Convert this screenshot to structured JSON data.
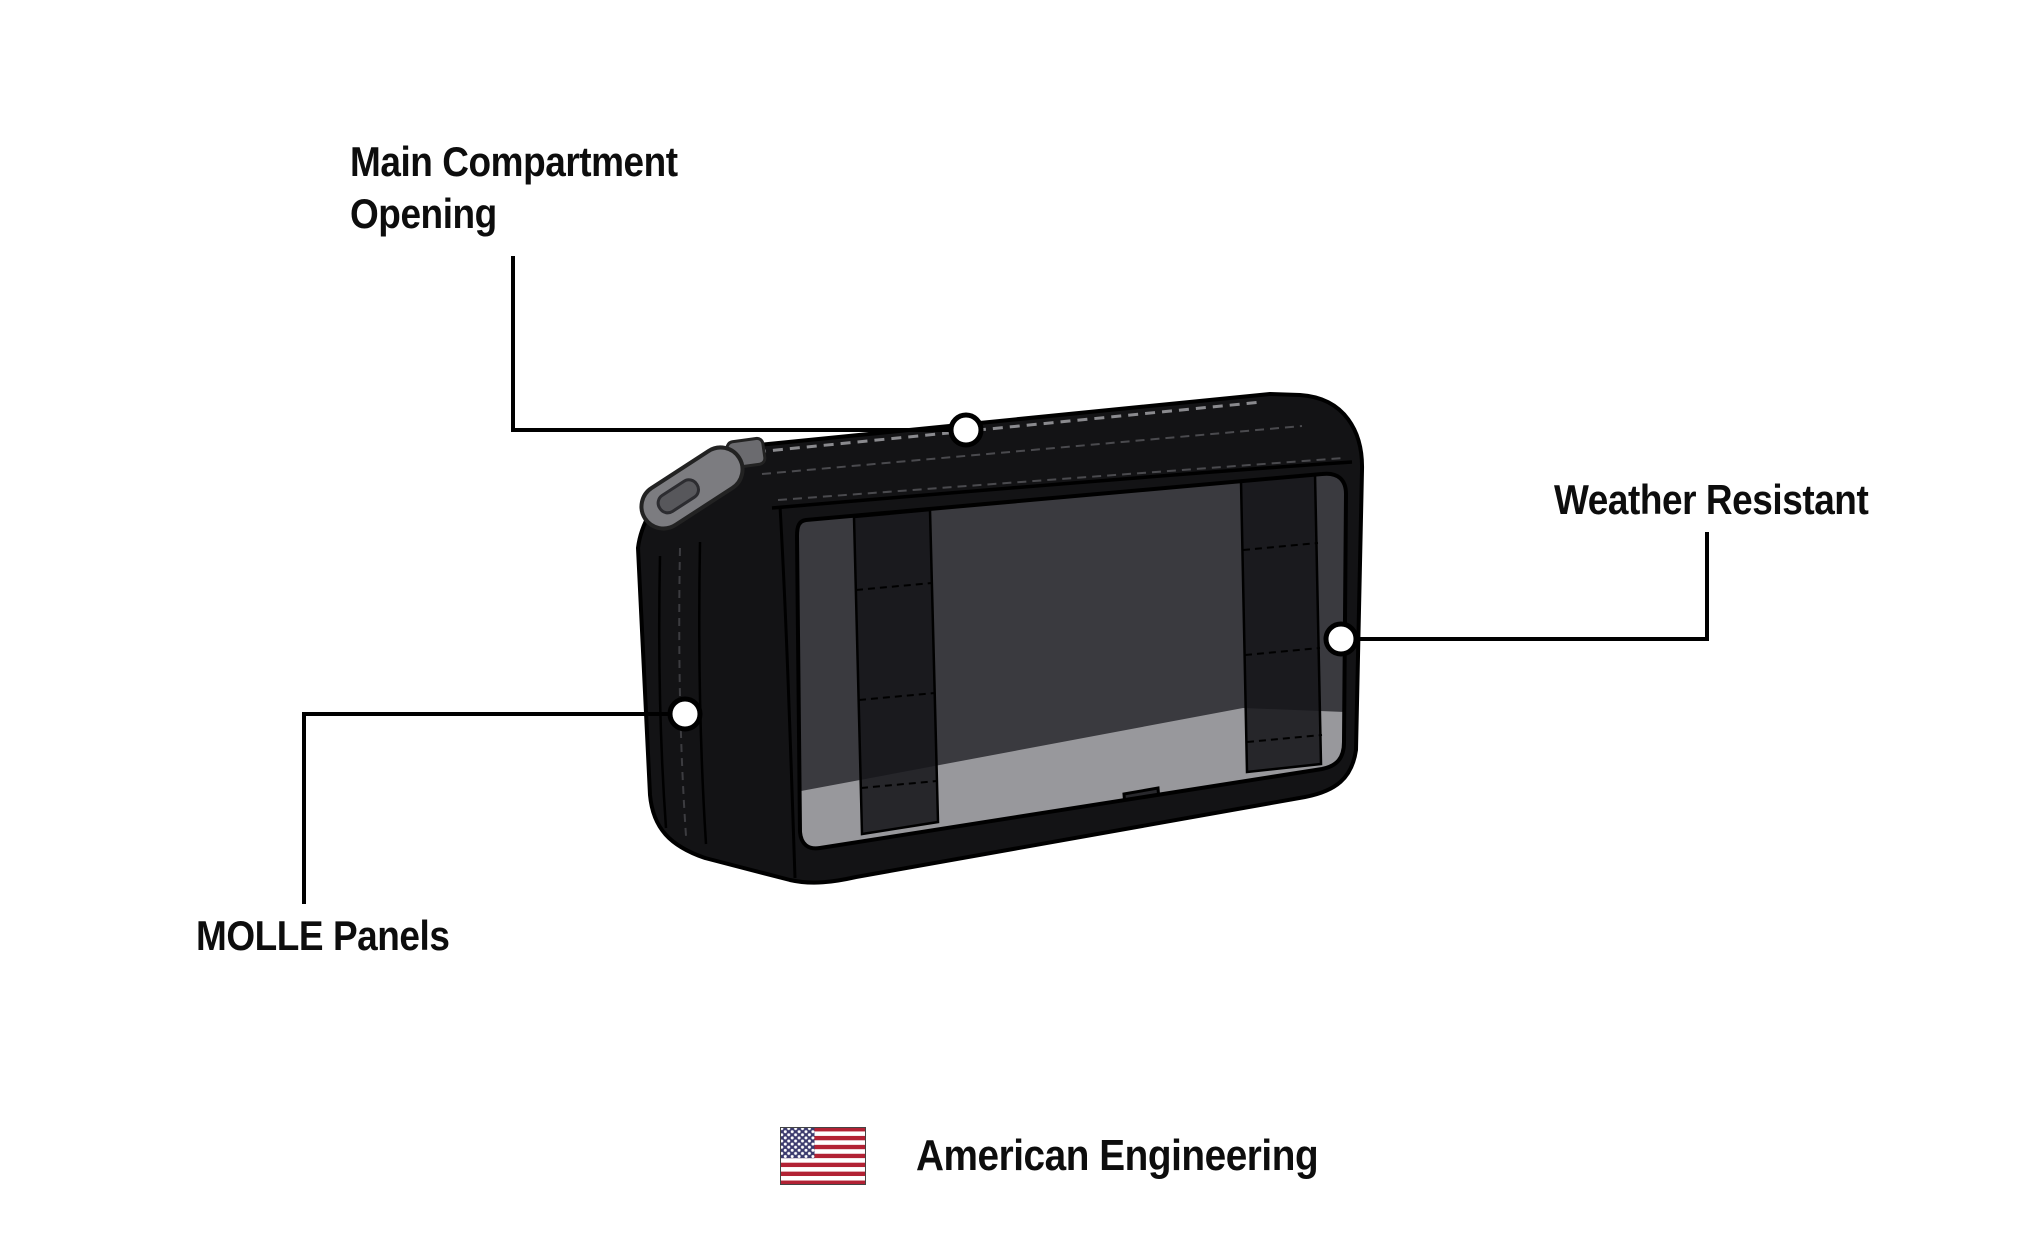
{
  "callouts": {
    "main_compartment": {
      "label": "Main Compartment\nOpening"
    },
    "weather_resistant": {
      "label": "Weather Resistant"
    },
    "molle_panels": {
      "label": "MOLLE Panels"
    }
  },
  "footer": {
    "label": "American Engineering",
    "flag_icon": "us-flag-icon"
  },
  "illustration": {
    "name": "molle-pouch-illustration",
    "markers": [
      "main-compartment-opening",
      "weather-resistant",
      "molle-panels"
    ]
  },
  "colors": {
    "background": "#ffffff",
    "line": "#000000",
    "text": "#0d0d0d",
    "bag_body": "#131315",
    "window": "#3a3a3f",
    "interior_floor": "#98989c",
    "strap": "#1d1d21",
    "zipper_pull": "#7c7c80",
    "flag_red": "#B22234",
    "flag_white": "#ffffff",
    "flag_blue": "#3C3B6E"
  }
}
